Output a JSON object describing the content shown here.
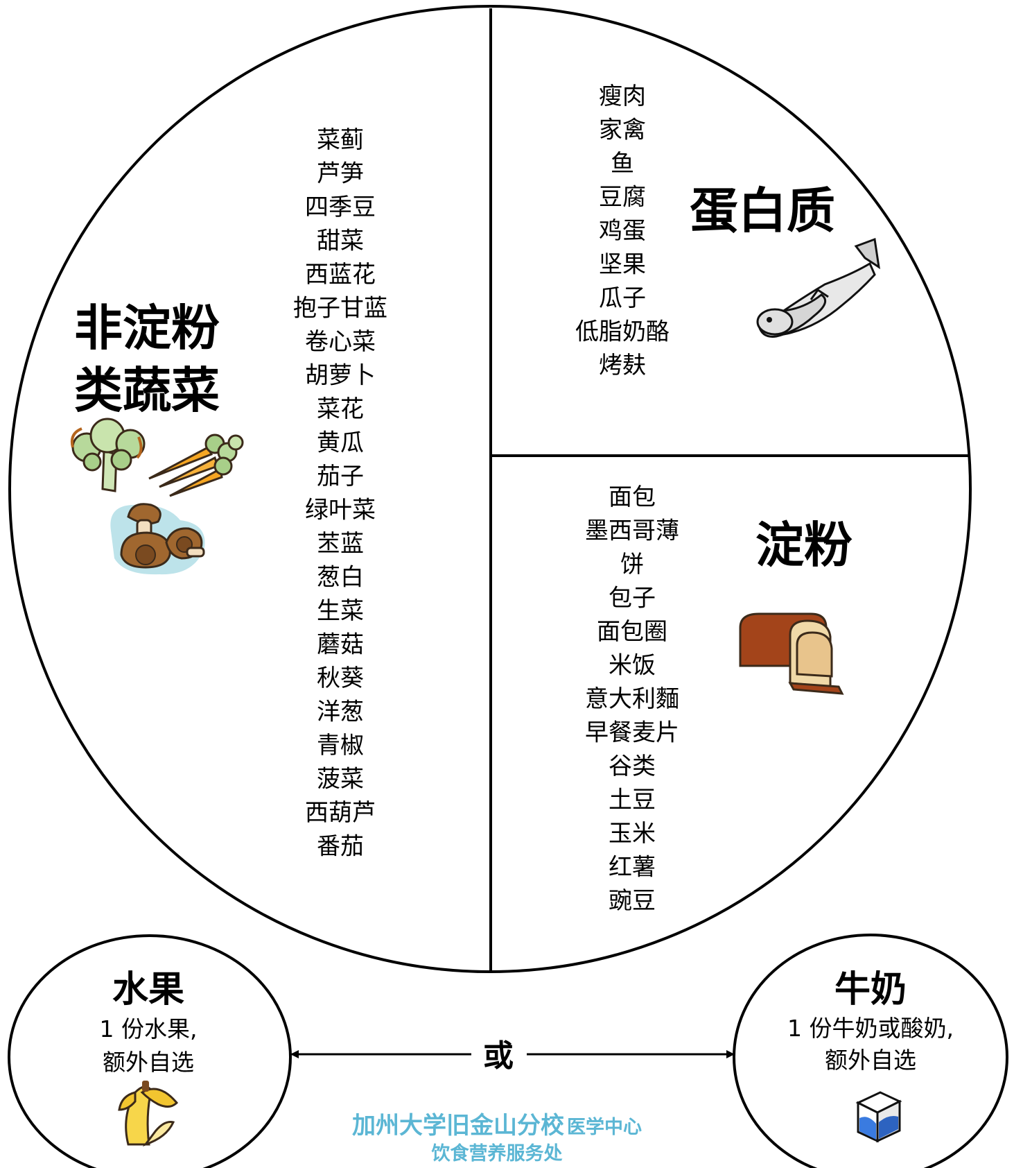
{
  "plate": {
    "vegetables": {
      "title_line1": "非淀粉",
      "title_line2": "类蔬菜",
      "items": [
        "菜蓟",
        "芦笋",
        "四季豆",
        "甜菜",
        "西蓝花",
        "抱子甘蓝",
        "卷心菜",
        "胡萝卜",
        "菜花",
        "黄瓜",
        "茄子",
        "绿叶菜",
        "苤蓝",
        "葱白",
        "生菜",
        "蘑菇",
        "秋葵",
        "洋葱",
        "青椒",
        "菠菜",
        "西葫芦",
        "番茄"
      ],
      "icons": [
        "broccoli-icon",
        "carrot-icon",
        "mushroom-icon"
      ]
    },
    "protein": {
      "title": "蛋白质",
      "items": [
        "瘦肉",
        "家禽",
        "鱼",
        "豆腐",
        "鸡蛋",
        "坚果",
        "瓜子",
        "低脂奶酪",
        "烤麸"
      ],
      "icon": "fish-icon"
    },
    "starch": {
      "title": "淀粉",
      "items": [
        "面包",
        "墨西哥薄",
        "饼",
        "包子",
        "面包圈",
        "米饭",
        "意大利麵",
        "早餐麦片",
        "谷类",
        "土豆",
        "玉米",
        "红薯",
        "豌豆"
      ],
      "icon": "bread-icon"
    }
  },
  "fruit": {
    "title": "水果",
    "note_line1": "1 份水果,",
    "note_line2": "额外自选",
    "icon": "banana-icon"
  },
  "milk": {
    "title": "牛奶",
    "note_line1": "1 份牛奶或酸奶,",
    "note_line2": "额外自选",
    "icon": "milk-carton-icon"
  },
  "connector": {
    "label": "或"
  },
  "credit": {
    "line1_main": "加州大学旧金山分校",
    "line1_suffix": "医学中心",
    "line2": "饮食营养服务处",
    "color": "#5BB6D4"
  }
}
